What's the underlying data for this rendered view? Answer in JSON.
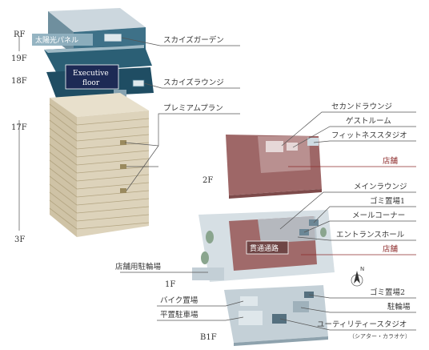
{
  "floors": {
    "rf": "RF",
    "f19": "19F",
    "f18": "18F",
    "f17": "17F",
    "f3": "3F",
    "f2": "2F",
    "f1": "1F",
    "b1f": "B1F"
  },
  "tower_callouts": {
    "solar_panel": "太陽光パネル",
    "executive_line1": "Executive",
    "executive_line2": "floor",
    "sky_garden": "スカイズガーデン",
    "sky_lounge": "スカイズラウンジ",
    "premium_plan": "プレミアムプラン"
  },
  "floor2_callouts": {
    "second_lounge": "セカンドラウンジ",
    "guest_room": "ゲストルーム",
    "fitness_studio": "フィットネススタジオ",
    "shop": "店舗"
  },
  "floor1_callouts": {
    "main_lounge": "メインラウンジ",
    "garbage1": "ゴミ置場1",
    "mail_corner": "メールコーナー",
    "entrance_hall": "エントランスホール",
    "shop": "店舗",
    "passage": "貫通通路",
    "shop_bike_parking": "店舗用駐輪場"
  },
  "b1_callouts": {
    "bike_parking_motor": "バイク置場",
    "flat_parking": "平置駐車場",
    "garbage2": "ゴミ置場2",
    "bicycle_parking": "駐輪場",
    "utility_studio": "ユーティリティースタジオ",
    "utility_studio_note": "（シアター・カラオケ）"
  },
  "compass": {
    "north": "N"
  },
  "colors": {
    "tower_beige": "#d6ccb3",
    "executive_navy": "#1d2a55",
    "sky_teal": "#2f6b80",
    "shop_red": "#8e2c2c",
    "floor_slate": "#b9c5cc"
  }
}
